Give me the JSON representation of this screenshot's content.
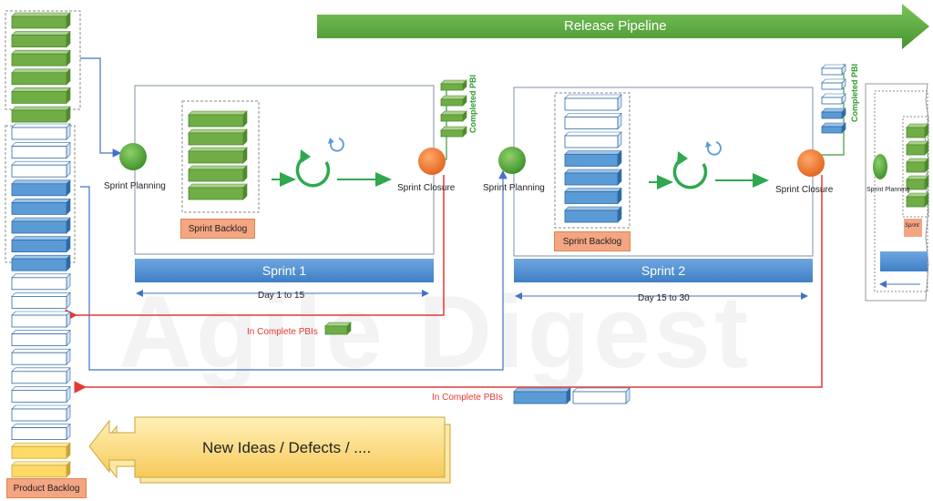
{
  "pipeline": {
    "label": "Release Pipeline"
  },
  "watermark": {
    "text": "Agile Digest"
  },
  "product_backlog": {
    "label": "Product Backlog"
  },
  "new_ideas": {
    "label": "New Ideas / Defects / ...."
  },
  "sprint1": {
    "title": "Sprint 1",
    "planning": "Sprint Planning",
    "closure": "Sprint Closure",
    "backlog": "Sprint Backlog",
    "duration": "Day 1 to 15",
    "completed": "Completed PBI",
    "incomplete": "In Complete PBIs"
  },
  "sprint2": {
    "title": "Sprint 2",
    "planning": "Sprint Planning",
    "closure": "Sprint Closure",
    "backlog": "Sprint Backlog",
    "duration": "Day 15 to 30",
    "completed": "Completed PBI",
    "incomplete": "In Complete PBIs"
  },
  "sprint3": {
    "planning": "Sprint Planning",
    "backlog": "Sprint"
  },
  "colors": {
    "green": "#70ad47",
    "blue": "#5b9bd5",
    "yellow": "#ffd966",
    "orange": "#ed7d31",
    "red": "#e53935",
    "connector": "#4472c4",
    "pipeline": "#5aa83a"
  }
}
